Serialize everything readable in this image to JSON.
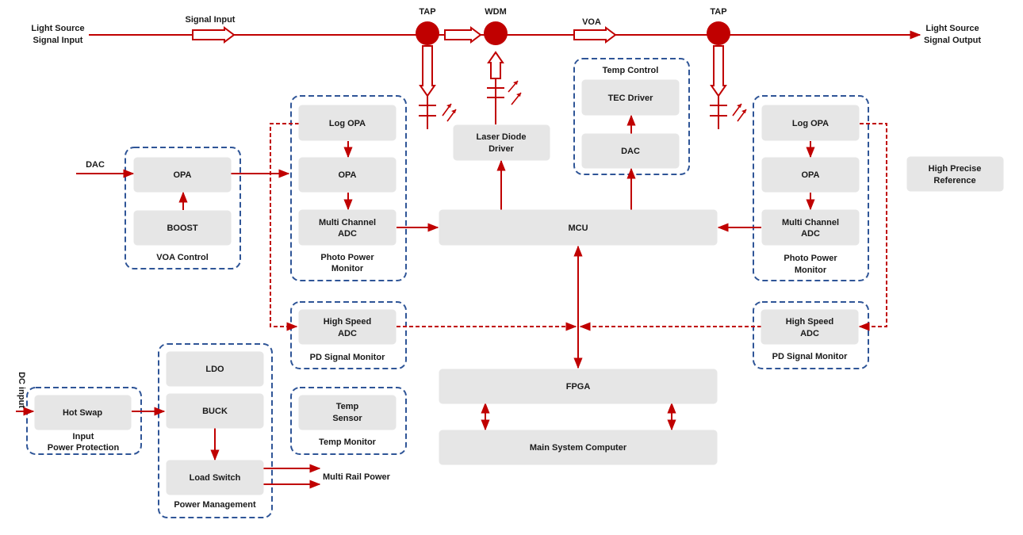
{
  "signal_path": {
    "input_label": [
      "Light Source",
      "Signal Input"
    ],
    "output_label": [
      "Light Source",
      "Signal Output"
    ],
    "signal_input": "Signal Input",
    "tap1": "TAP",
    "wdm": "WDM",
    "voa": "VOA",
    "tap2": "TAP"
  },
  "blocks": {
    "log_opa_l": [
      "Log OPA"
    ],
    "opa_l": [
      "OPA"
    ],
    "adc_l": [
      "Multi Channel",
      "ADC"
    ],
    "opa_voa": [
      "OPA"
    ],
    "boost": [
      "BOOST"
    ],
    "laser_driver": [
      "Laser Diode",
      "Driver"
    ],
    "tec_driver": [
      "TEC Driver"
    ],
    "dac_tec": [
      "DAC"
    ],
    "log_opa_r": [
      "Log OPA"
    ],
    "opa_r": [
      "OPA"
    ],
    "adc_r": [
      "Multi Channel",
      "ADC"
    ],
    "ref": [
      "High Precise",
      "Reference"
    ],
    "mcu": [
      "MCU"
    ],
    "hs_adc_l": [
      "High Speed",
      "ADC"
    ],
    "hs_adc_r": [
      "High Speed",
      "ADC"
    ],
    "fpga": [
      "FPGA"
    ],
    "main_computer": [
      "Main System Computer"
    ],
    "ldo": [
      "LDO"
    ],
    "buck": [
      "BUCK"
    ],
    "load_switch": [
      "Load Switch"
    ],
    "hot_swap": [
      "Hot Swap"
    ],
    "temp_sensor": [
      "Temp",
      "Sensor"
    ]
  },
  "groups": {
    "voa_control": [
      "VOA Control"
    ],
    "ppm_l": [
      "Photo Power",
      "Monitor"
    ],
    "ppm_r": [
      "Photo Power",
      "Monitor"
    ],
    "temp_control": [
      "Temp Control"
    ],
    "pdsm_l": [
      "PD Signal Monitor"
    ],
    "pdsm_r": [
      "PD Signal Monitor"
    ],
    "power_mgmt": [
      "Power Management"
    ],
    "input_protection": [
      "Input",
      "Power Protection"
    ],
    "temp_monitor": [
      "Temp Monitor"
    ]
  },
  "labels": {
    "dac_in": "DAC",
    "dc_input": "DC input",
    "multi_rail": "Multi Rail Power"
  },
  "colors": {
    "signal": "#c00000",
    "group_border": "#2f5597",
    "block_fill": "#e6e6e6"
  }
}
